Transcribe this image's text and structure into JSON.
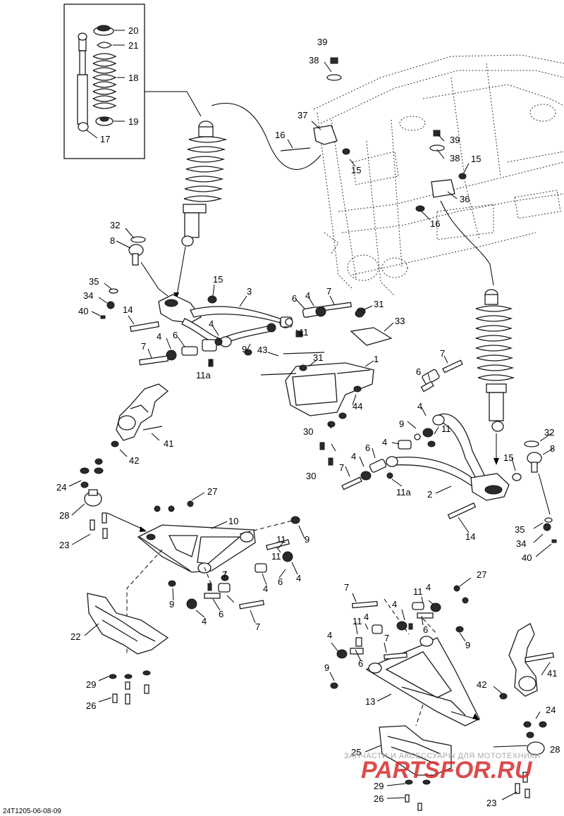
{
  "diagram": {
    "document_id": "24T1205-06-08-09",
    "watermark": {
      "line1": "ЗАПЧАСТИ И АКСЕССУАРЫ ДЛЯ МОТОТЕХНИКИ",
      "line2": "PARTSFOR.RU"
    },
    "callouts": {
      "c20": "20",
      "c21": "21",
      "c18": "18",
      "c19": "19",
      "c17": "17",
      "c39a": "39",
      "c38a": "38",
      "c37": "37",
      "c16a": "16",
      "c15a": "15",
      "c39b": "39",
      "c38b": "38",
      "c15b": "15",
      "c36": "36",
      "c16b": "16",
      "c32a": "32",
      "c8a": "8",
      "c35a": "35",
      "c34a": "34",
      "c40a": "40",
      "c15c": "15",
      "c3": "3",
      "c14a": "14",
      "c6a": "6",
      "c4a": "4",
      "c7a": "7",
      "c31a": "31",
      "c11a": "11",
      "c4b": "4",
      "c9a": "9",
      "c4c": "4",
      "c6b": "6",
      "c7b": "7",
      "c11aa": "11a",
      "c33": "33",
      "c43": "43",
      "c31b": "31",
      "c1": "1",
      "c44": "44",
      "c30a": "30",
      "c41a": "41",
      "c42a": "42",
      "c7c": "7",
      "c6c": "6",
      "c4d": "4",
      "c9b": "9",
      "c11b": "11",
      "c4e": "4",
      "c6d": "6",
      "c4f": "4",
      "c7d": "7",
      "c11ab": "11a",
      "c30b": "30",
      "c2": "2",
      "c15d": "15",
      "c14b": "14",
      "c32b": "32",
      "c8b": "8",
      "c35b": "35",
      "c34b": "34",
      "c40b": "40",
      "c24a": "24",
      "c27a": "27",
      "c28a": "28",
      "c23a": "23",
      "c10": "10",
      "c9c": "9",
      "c11c": "11",
      "c11d": "11",
      "c7e": "7",
      "c6e": "6",
      "c4g": "4",
      "c9d": "9",
      "c4h": "4",
      "c6f": "6",
      "c4i": "4",
      "c7f": "7",
      "c22": "22",
      "c29a": "29",
      "c26a": "26",
      "c7g": "7",
      "c11e": "11",
      "c4j": "4",
      "c27b": "27",
      "c4k": "4",
      "c6g": "6",
      "c11f": "11",
      "c4l": "4",
      "c9e": "9",
      "c4m": "4",
      "c7h": "7",
      "c6h": "6",
      "c9f": "9",
      "c41b": "41",
      "c42b": "42",
      "c13": "13",
      "c24b": "24",
      "c25": "25",
      "c28b": "28",
      "c29b": "29",
      "c26b": "26",
      "c23b": "23"
    }
  }
}
